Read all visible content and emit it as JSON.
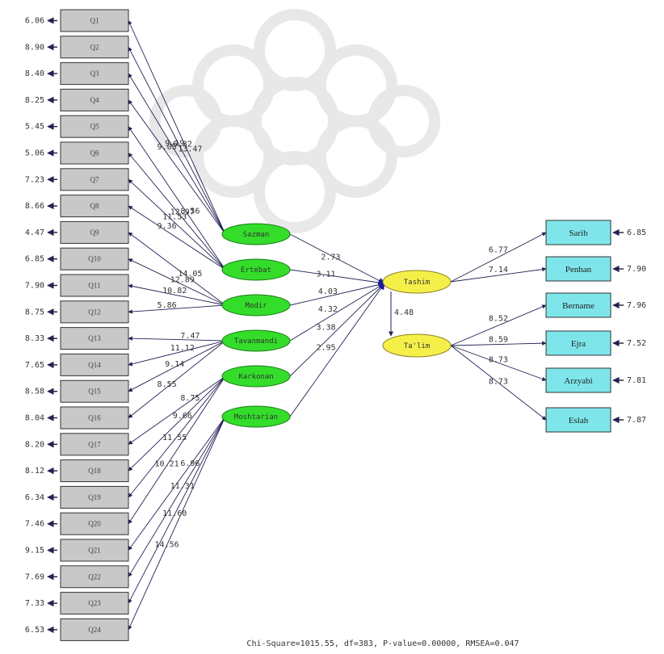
{
  "watermark_icon": "rosette-pattern",
  "colors": {
    "item_box": "#c8c8c8",
    "outcome_box": "#7ee6ea",
    "exogenous_latent": "#33dd2a",
    "endogenous_latent": "#f5ef4a",
    "path_line": "#222255"
  },
  "observed_left": [
    {
      "label": "Q1",
      "error": "6.06"
    },
    {
      "label": "Q2",
      "error": "8.90"
    },
    {
      "label": "Q3",
      "error": "8.40"
    },
    {
      "label": "Q4",
      "error": "8.25"
    },
    {
      "label": "Q5",
      "error": "5.45"
    },
    {
      "label": "Q6",
      "error": "5.06"
    },
    {
      "label": "Q7",
      "error": "7.23"
    },
    {
      "label": "Q8",
      "error": "8.66"
    },
    {
      "label": "Q9",
      "error": "4.47"
    },
    {
      "label": "Q10",
      "error": "6.85"
    },
    {
      "label": "Q11",
      "error": "7.90"
    },
    {
      "label": "Q12",
      "error": "8.75"
    },
    {
      "label": "Q13",
      "error": "8.33"
    },
    {
      "label": "Q14",
      "error": "7.65"
    },
    {
      "label": "Q15",
      "error": "8.58"
    },
    {
      "label": "Q16",
      "error": "8.04"
    },
    {
      "label": "Q17",
      "error": "8.20"
    },
    {
      "label": "Q18",
      "error": "8.12"
    },
    {
      "label": "Q19",
      "error": "6.34"
    },
    {
      "label": "Q20",
      "error": "7.46"
    },
    {
      "label": "Q21",
      "error": "9.15"
    },
    {
      "label": "Q22",
      "error": "7.69"
    },
    {
      "label": "Q23",
      "error": "7.33"
    },
    {
      "label": "Q24",
      "error": "6.53"
    }
  ],
  "latent_exogenous": [
    {
      "label": "Sazman",
      "loadings": [
        "13.47",
        "6.82",
        "9.19",
        "9.03"
      ]
    },
    {
      "label": "Ertebat",
      "loadings": [
        "8.56",
        "12.97",
        "11.53",
        "9.36"
      ]
    },
    {
      "label": "Modir",
      "loadings": [
        "14.05",
        "12.89",
        "10.82",
        "5.86"
      ]
    },
    {
      "label": "Tavanmandi",
      "loadings": [
        "7.47",
        "11.12",
        "9.14",
        "8.55"
      ]
    },
    {
      "label": "Karkonan",
      "loadings": [
        "8.75",
        "9.66",
        "11.55",
        "10.21"
      ]
    },
    {
      "label": "Moshtarian",
      "loadings": [
        "6.96",
        "11.31",
        "11.60",
        "14.56"
      ]
    }
  ],
  "latent_endogenous": [
    {
      "label": "Tashim"
    },
    {
      "label": "Ta'lim"
    }
  ],
  "structural_paths": [
    "2.73",
    "3.11",
    "4.03",
    "4.32",
    "3.38",
    "2.95"
  ],
  "endogenous_path": "4.48",
  "observed_right": [
    {
      "label": "Sarib",
      "error": "6.85",
      "loading": "6.77"
    },
    {
      "label": "Penhan",
      "error": "7.90",
      "loading": "7.14"
    },
    {
      "label": "Bernamе",
      "error": "7.96",
      "loading": "8.52"
    },
    {
      "label": "Ejra",
      "error": "7.52",
      "loading": "8.59"
    },
    {
      "label": "Arzyabi",
      "error": "7.81",
      "loading": "8.73"
    },
    {
      "label": "Eslah",
      "error": "7.87",
      "loading": "8.73"
    }
  ],
  "fit_statistics": "Chi-Square=1015.55, df=383, P-value=0.00000, RMSEA=0.047"
}
